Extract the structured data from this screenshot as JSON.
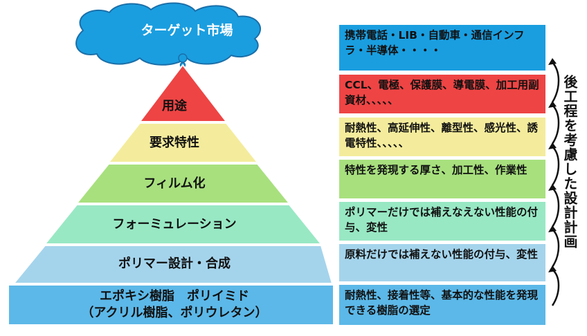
{
  "cloud": {
    "label": "ターゲット市場"
  },
  "pyramid": {
    "tiers": [
      {
        "label": "用途",
        "color": "#ee4444"
      },
      {
        "label": "要求特性",
        "color": "#f4ec9c"
      },
      {
        "label": "フィルム化",
        "color": "#a8e07e"
      },
      {
        "label": "フォーミュレーション",
        "color": "#98e8c4"
      },
      {
        "label": "ポリマー設計・合成",
        "color": "#a4d4ec"
      },
      {
        "label_line1": "エポキシ樹脂　ポリイミド",
        "label_line2": "（アクリル樹脂、ポリウレタン）",
        "color": "#5cb8e8"
      }
    ]
  },
  "boxes": [
    {
      "text": "携帯電話・LIB・自動車・通信インフラ・半導体・・・・",
      "color": "#1a9ee0"
    },
    {
      "text": "CCL、電極、保護膜、導電膜、加工用副資材、、、、、",
      "color": "#ee4444"
    },
    {
      "text": "耐熱性、高延伸性、離型性、感光性、誘電特性、、、、、",
      "color": "#f4ec9c"
    },
    {
      "text": "特性を発現する厚さ、加工性、作業性",
      "color": "#a8e07e"
    },
    {
      "text": "ポリマーだけでは補えなえない性能の付与、変性",
      "color": "#98e8c4"
    },
    {
      "text": "原料だけでは補えない性能の付与、変性",
      "color": "#a4d4ec"
    },
    {
      "text": "耐熱性、接着性等、基本的な性能を発現できる樹脂の選定",
      "color": "#5cb8e8"
    }
  ],
  "side_label": "後工程を考慮した設計計画",
  "colors": {
    "cloud": "#1a9ee0",
    "arrow": "#111111"
  }
}
